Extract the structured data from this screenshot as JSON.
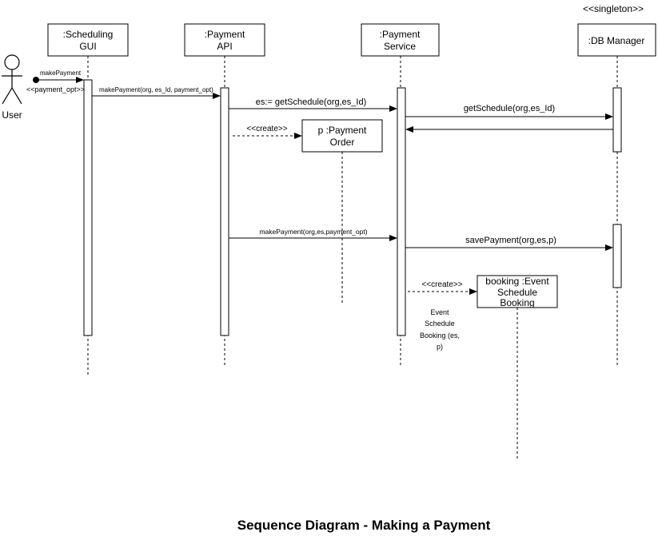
{
  "diagram": {
    "title": "Sequence Diagram - Making a Payment",
    "actor": {
      "label": "User"
    },
    "lifelines": {
      "gui": {
        "line1": ":Scheduling",
        "line2": "GUI"
      },
      "api": {
        "line1": ":Payment",
        "line2": "API"
      },
      "service": {
        "line1": ":Payment",
        "line2": "Service"
      },
      "db": {
        "label": ":DB Manager",
        "stereotype": "<<singleton>>"
      },
      "payment_order": {
        "line1": "p :Payment",
        "line2": "Order"
      },
      "booking": {
        "line1": "booking :Event",
        "line2": "Schedule",
        "line3": "Booking"
      }
    },
    "messages": {
      "user_make_payment": "makePayment",
      "user_payment_opt": "<<payment_opt>>",
      "gui_to_api": "makePayment(org, es_Id, payment_opt)",
      "api_get_schedule": "es:= getSchedule(org,es_Id)",
      "service_get_schedule": "getSchedule(org,es_Id)",
      "create_payment_order": "<<create>>",
      "api_make_payment": "makePayment(org,es,payment_opt)",
      "save_payment": "savePayment(org,es,p)",
      "create_booking": "<<create>>",
      "booking_note_1": "Event",
      "booking_note_2": "Schedule",
      "booking_note_3": "Booking (es,",
      "booking_note_4": "p)"
    }
  }
}
